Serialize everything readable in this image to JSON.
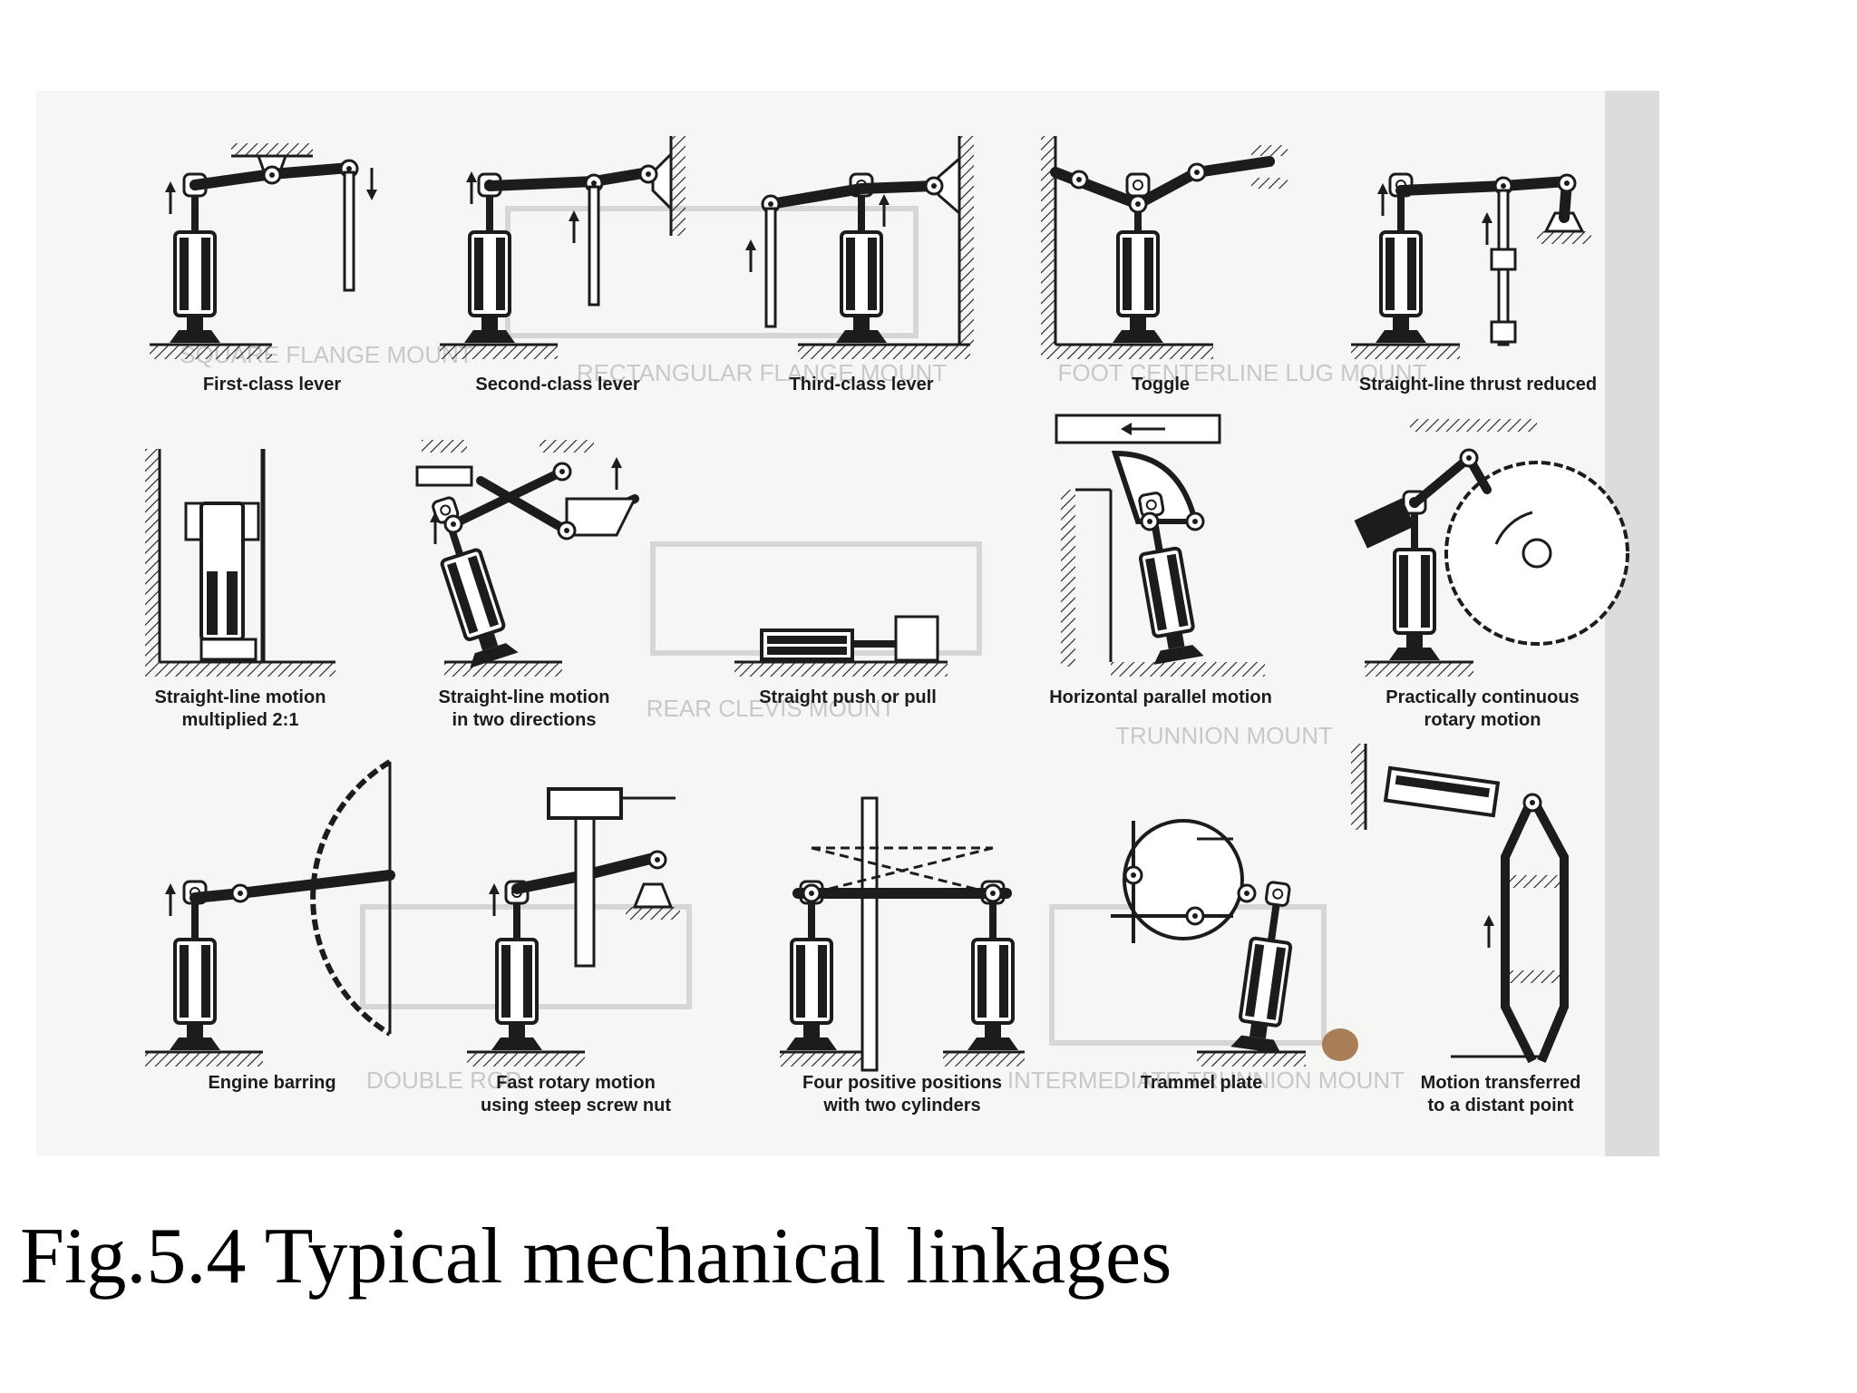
{
  "caption": "Fig.5.4  Typical mechanical linkages",
  "colors": {
    "ink": "#1c1c1c",
    "paper": "#f6f6f4",
    "shadow": "#d9d9d9",
    "ghost": "#c8c8c8"
  },
  "linkages": [
    {
      "id": "first-class-lever",
      "label_lines": [
        "First-class lever"
      ]
    },
    {
      "id": "second-class-lever",
      "label_lines": [
        "Second-class lever"
      ]
    },
    {
      "id": "third-class-lever",
      "label_lines": [
        "Third-class lever"
      ]
    },
    {
      "id": "toggle",
      "label_lines": [
        "Toggle"
      ]
    },
    {
      "id": "straight-line-thrust-reduced",
      "label_lines": [
        "Straight-line thrust reduced"
      ]
    },
    {
      "id": "straight-line-motion-multiplied",
      "label_lines": [
        "Straight-line motion",
        "multiplied 2:1"
      ]
    },
    {
      "id": "straight-line-motion-two-directions",
      "label_lines": [
        "Straight-line motion",
        "in two directions"
      ]
    },
    {
      "id": "straight-push-or-pull",
      "label_lines": [
        "Straight push or pull"
      ]
    },
    {
      "id": "horizontal-parallel-motion",
      "label_lines": [
        "Horizontal parallel motion"
      ]
    },
    {
      "id": "practically-continuous-rotary-motion",
      "label_lines": [
        "Practically continuous",
        "rotary motion"
      ]
    },
    {
      "id": "engine-barring",
      "label_lines": [
        "Engine barring"
      ]
    },
    {
      "id": "fast-rotary-motion",
      "label_lines": [
        "Fast rotary motion",
        "using steep screw nut"
      ]
    },
    {
      "id": "four-positive-positions",
      "label_lines": [
        "Four positive positions",
        "with two cylinders"
      ]
    },
    {
      "id": "trammel-plate",
      "label_lines": [
        "Trammel plate"
      ]
    },
    {
      "id": "motion-transferred",
      "label_lines": [
        "Motion transferred",
        "to a distant point"
      ]
    }
  ],
  "ghost_text": [
    "SQUARE FLANGE MOUNT",
    "RECTANGULAR FLANGE MOUNT",
    "FOOT CENTERLINE LUG MOUNT",
    "REAR CLEVIS MOUNT",
    "TRUNNION MOUNT",
    "DOUBLE ROD",
    "INTERMEDIATE TRUNNION MOUNT"
  ]
}
